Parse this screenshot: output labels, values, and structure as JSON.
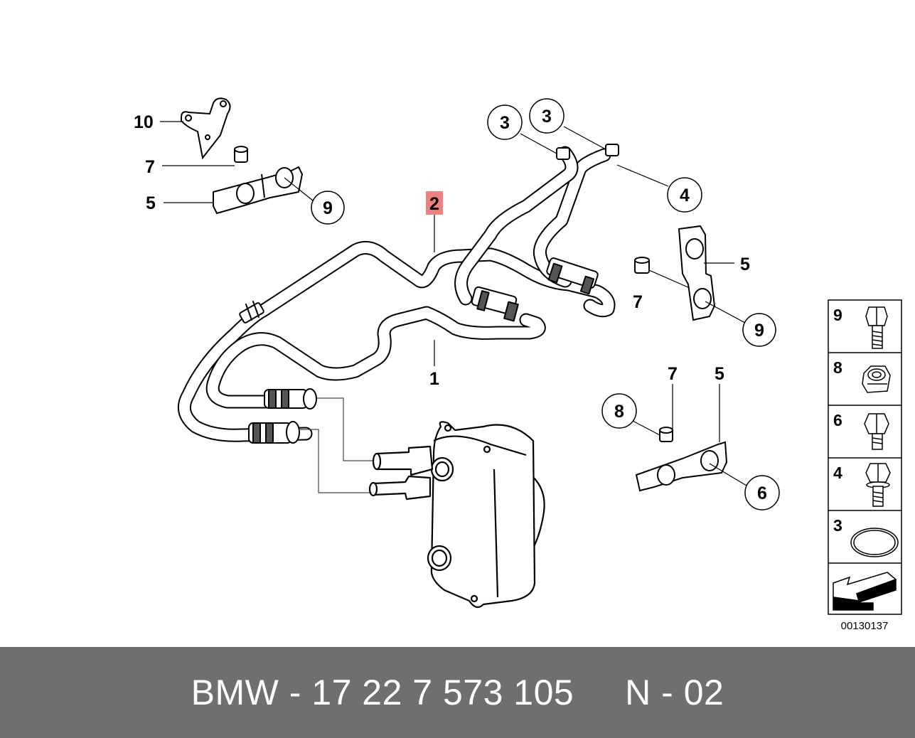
{
  "diagram": {
    "callouts": {
      "c10": "10",
      "c7a": "7",
      "c5a": "5",
      "c9a": "9",
      "c2": "2",
      "c1": "1",
      "c3a": "3",
      "c3b": "3",
      "c4": "4",
      "c5b": "5",
      "c7b": "7",
      "c9b": "9",
      "c8": "8",
      "c7c": "7",
      "c5c": "5",
      "c6": "6"
    },
    "highlight_color": "#f08080",
    "reference_code": "00130137"
  },
  "legend": {
    "items": [
      {
        "number": "9",
        "icon": "hex-bolt-long-icon"
      },
      {
        "number": "8",
        "icon": "hex-nut-icon"
      },
      {
        "number": "6",
        "icon": "hex-bolt-short-icon"
      },
      {
        "number": "4",
        "icon": "flange-bolt-icon"
      },
      {
        "number": "3",
        "icon": "o-ring-icon"
      },
      {
        "number": "",
        "icon": "arrow-symbol-icon"
      }
    ]
  },
  "footer": {
    "text": "BMW - 17 22 7 573 105     N - 02",
    "background": "#6f6f6f"
  }
}
